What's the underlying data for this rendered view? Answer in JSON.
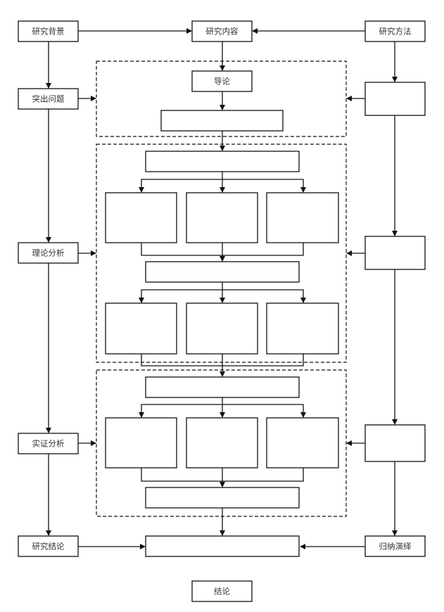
{
  "title": "研究框架流程图",
  "left_column": {
    "background": "研究背景",
    "highlight_problem": "突出问题",
    "theory_analysis": "理论分析",
    "empirical_analysis": "实证分析",
    "research_conclusion": "研究结论"
  },
  "center_column": {
    "research_content": "研究内容",
    "introduction": "导论",
    "conclusion": "结论"
  },
  "right_column": {
    "research_method": "研究方法",
    "method_box_1": "",
    "method_box_2": "",
    "method_box_3": "",
    "induction_deduction": "归纳演绎"
  },
  "regions": [
    {
      "name": "intro-region",
      "boxes": [
        "导论",
        ""
      ]
    },
    {
      "name": "theory-region",
      "boxes": [
        "",
        "",
        "",
        "",
        "",
        "",
        "",
        ""
      ]
    },
    {
      "name": "empirical-region",
      "boxes": [
        "",
        "",
        "",
        "",
        ""
      ]
    }
  ],
  "colors": {
    "stroke": "#111111",
    "text": "#333333",
    "background": "#ffffff"
  }
}
